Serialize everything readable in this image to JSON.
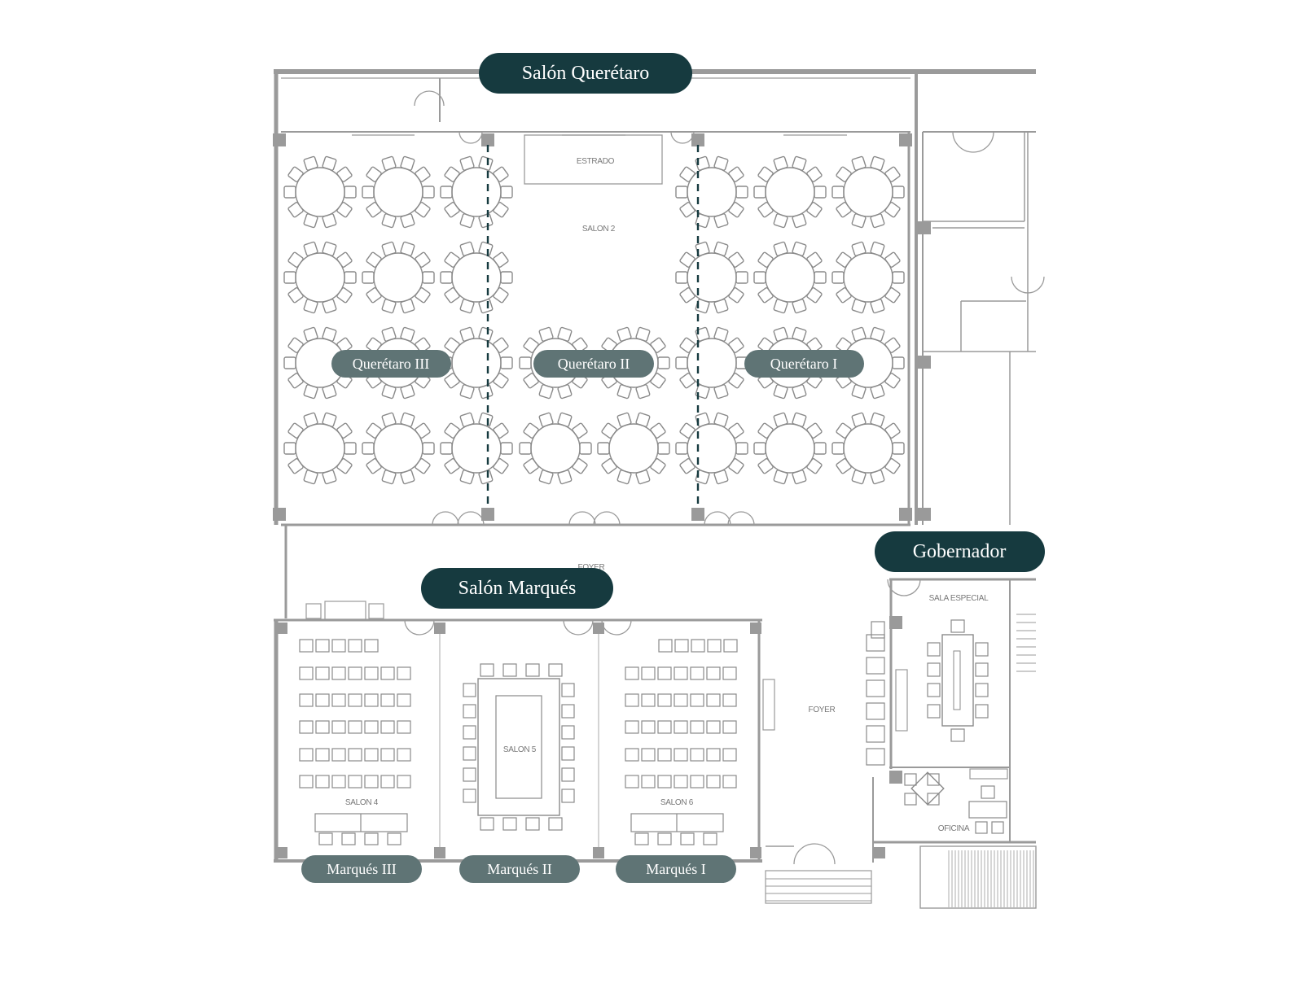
{
  "colors": {
    "dark_pill": "#163a3f",
    "light_pill": "#5f7475",
    "wall": "#9a9a9a",
    "furniture": "#888888",
    "divider": "#163a3f"
  },
  "headers": {
    "queretaro": "Salón Querétaro",
    "marques": "Salón Marqués",
    "gobernador": "Gobernador"
  },
  "sections": {
    "queretaro_3": "Querétaro III",
    "queretaro_2": "Querétaro II",
    "queretaro_1": "Querétaro I",
    "marques_3": "Marqués III",
    "marques_2": "Marqués II",
    "marques_1": "Marqués I"
  },
  "room_labels": {
    "estrado": "ESTRADO",
    "salon_2": "SALON 2",
    "foyer_top": "FOYER",
    "foyer_main": "FOYER",
    "salon_4": "SALON 4",
    "salon_5": "SALON 5",
    "salon_6": "SALON 6",
    "sala_especial": "SALA ESPECIAL",
    "oficina": "OFICINA"
  }
}
